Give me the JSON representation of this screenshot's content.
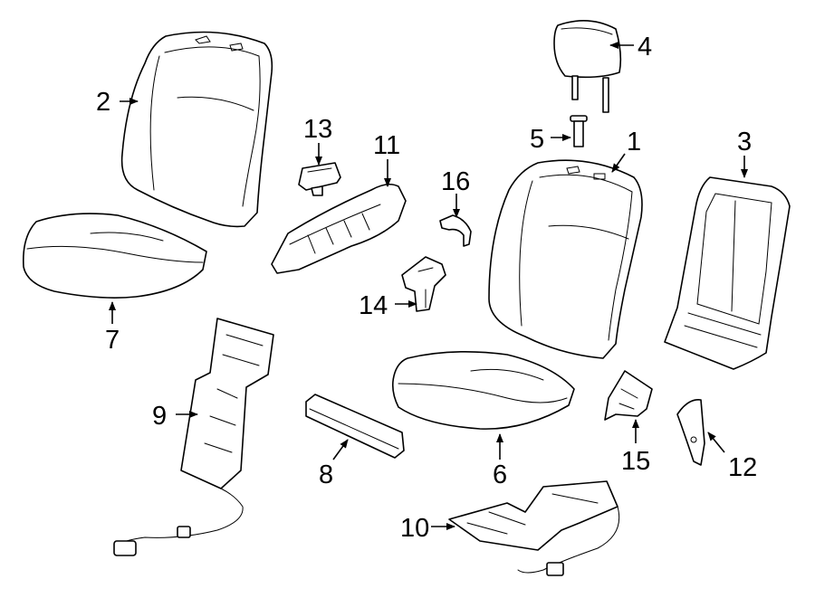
{
  "diagram": {
    "background": "#ffffff",
    "line_color": "#000000",
    "callouts": {
      "c1": "1",
      "c2": "2",
      "c3": "3",
      "c4": "4",
      "c5": "5",
      "c6": "6",
      "c7": "7",
      "c8": "8",
      "c9": "9",
      "c10": "10",
      "c11": "11",
      "c12": "12",
      "c13": "13",
      "c14": "14",
      "c15": "15",
      "c16": "16"
    }
  }
}
